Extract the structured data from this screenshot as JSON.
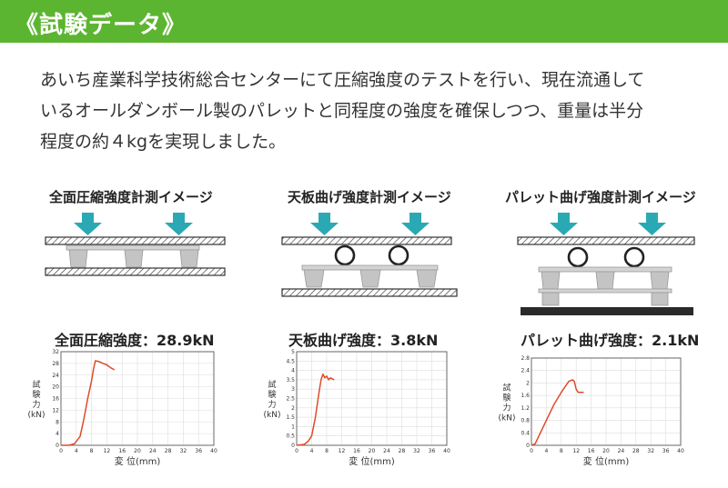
{
  "header": {
    "title": "《試験データ》"
  },
  "intro": {
    "line1": "あいち産業科学技術総合センターにて圧縮強度のテストを行い、現在流通して",
    "line2": "いるオールダンボール製のパレットと同程度の強度を確保しつつ、重量は半分",
    "line3": "程度の約４kgを実現しました。"
  },
  "colors": {
    "banner": "#5cb531",
    "arrow": "#2aa9b4",
    "curve": "#e04a2a",
    "pallet": "#c8c8c8"
  },
  "tests": [
    {
      "caption": "全面圧縮強度計測イメージ",
      "result": "全面圧縮強度：28.9kN",
      "ylabel": "試験力(kN)",
      "xlabel": "変 位(mm)"
    },
    {
      "caption": "天板曲げ強度計測イメージ",
      "result": "天板曲げ強度：3.8kN",
      "ylabel": "試験力(kN)",
      "xlabel": "変 位(mm)"
    },
    {
      "caption": "パレット曲げ強度計測イメージ",
      "result": "パレット曲げ強度：2.1kN",
      "ylabel": "試験力(kN)",
      "xlabel": "変 位(mm)"
    }
  ],
  "chart_data": [
    {
      "type": "line",
      "xlabel": "変 位(mm)",
      "ylabel": "試験力(kN)",
      "xlim": [
        0,
        40
      ],
      "ylim": [
        0,
        32
      ],
      "xticks": [
        0,
        4,
        8,
        12,
        16,
        20,
        24,
        28,
        32,
        36,
        40
      ],
      "yticks": [
        0,
        4,
        8,
        12,
        16,
        20,
        24,
        28,
        32
      ],
      "grid": true,
      "series": [
        {
          "x": [
            0,
            2,
            3.5,
            5,
            6,
            7,
            8,
            8.5,
            9,
            10,
            11,
            12,
            13,
            14
          ],
          "y": [
            0,
            0,
            0.5,
            3,
            9,
            16,
            22,
            26,
            28.9,
            28.6,
            28,
            27.5,
            26.5,
            25.8
          ]
        }
      ]
    },
    {
      "type": "line",
      "xlabel": "変 位(mm)",
      "ylabel": "試験力(kN)",
      "xlim": [
        0,
        40
      ],
      "ylim": [
        0,
        5
      ],
      "xticks": [
        0,
        4,
        8,
        12,
        16,
        20,
        24,
        28,
        32,
        36,
        40
      ],
      "yticks": [
        0,
        0.5,
        1,
        1.5,
        2,
        2.5,
        3,
        3.5,
        4,
        4.5,
        5
      ],
      "grid": true,
      "series": [
        {
          "x": [
            0,
            2,
            3,
            4,
            5,
            5.5,
            6,
            6.5,
            7,
            7.5,
            8,
            8.5,
            9,
            9.5,
            10
          ],
          "y": [
            0,
            0.05,
            0.2,
            0.5,
            1.5,
            2.2,
            2.9,
            3.5,
            3.8,
            3.6,
            3.7,
            3.5,
            3.6,
            3.55,
            3.5
          ]
        }
      ]
    },
    {
      "type": "line",
      "xlabel": "変 位(mm)",
      "ylabel": "試験力(kN)",
      "xlim": [
        0,
        40
      ],
      "ylim": [
        0,
        2.8
      ],
      "xticks": [
        0,
        4,
        8,
        12,
        16,
        20,
        24,
        28,
        32,
        36,
        40
      ],
      "yticks": [
        0,
        0.4,
        0.8,
        1.2,
        1.6,
        2,
        2.4,
        2.8
      ],
      "grid": true,
      "series": [
        {
          "x": [
            0,
            1,
            2,
            4,
            6,
            8,
            10,
            11,
            11.5,
            12,
            12.5,
            13,
            14
          ],
          "y": [
            0,
            0.05,
            0.3,
            0.8,
            1.3,
            1.7,
            2.05,
            2.1,
            2.05,
            1.8,
            1.7,
            1.7,
            1.7
          ]
        }
      ]
    }
  ]
}
